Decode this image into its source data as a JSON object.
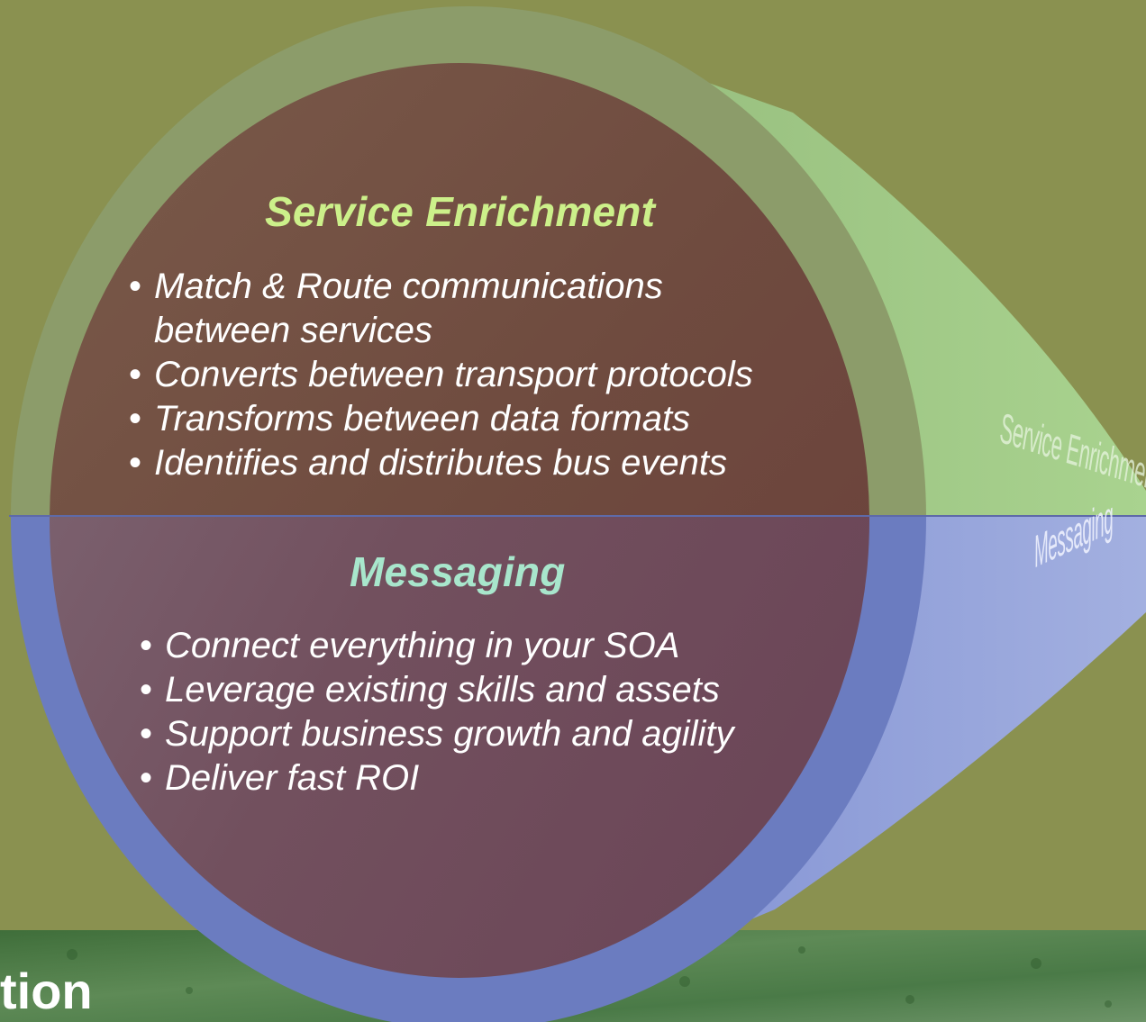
{
  "enrichment": {
    "title": "Service Enrichment",
    "items": [
      "Match & Route communications between services",
      "Converts between transport protocols",
      "Transforms between data formats",
      "Identifies and distributes bus events"
    ]
  },
  "messaging": {
    "title": "Messaging",
    "items": [
      "Connect everything in your SOA",
      "Leverage existing skills and assets",
      "Support business growth and agility",
      "Deliver fast ROI"
    ]
  },
  "cone_labels": {
    "top": "Service Enrichment",
    "bottom": "Messaging"
  },
  "footer": {
    "fragment": "tion"
  },
  "colors": {
    "background": "#8a9150",
    "enrichment_ring": "#8c9c6a",
    "messaging_ring": "#6b7cc0",
    "inner_disc": "#704848",
    "enrichment_title": "#ccf08a",
    "messaging_title": "#a8e6cc",
    "cone_top": "#a3c98a",
    "cone_bottom": "#8e9ed6"
  },
  "bullet_glyph": "•"
}
